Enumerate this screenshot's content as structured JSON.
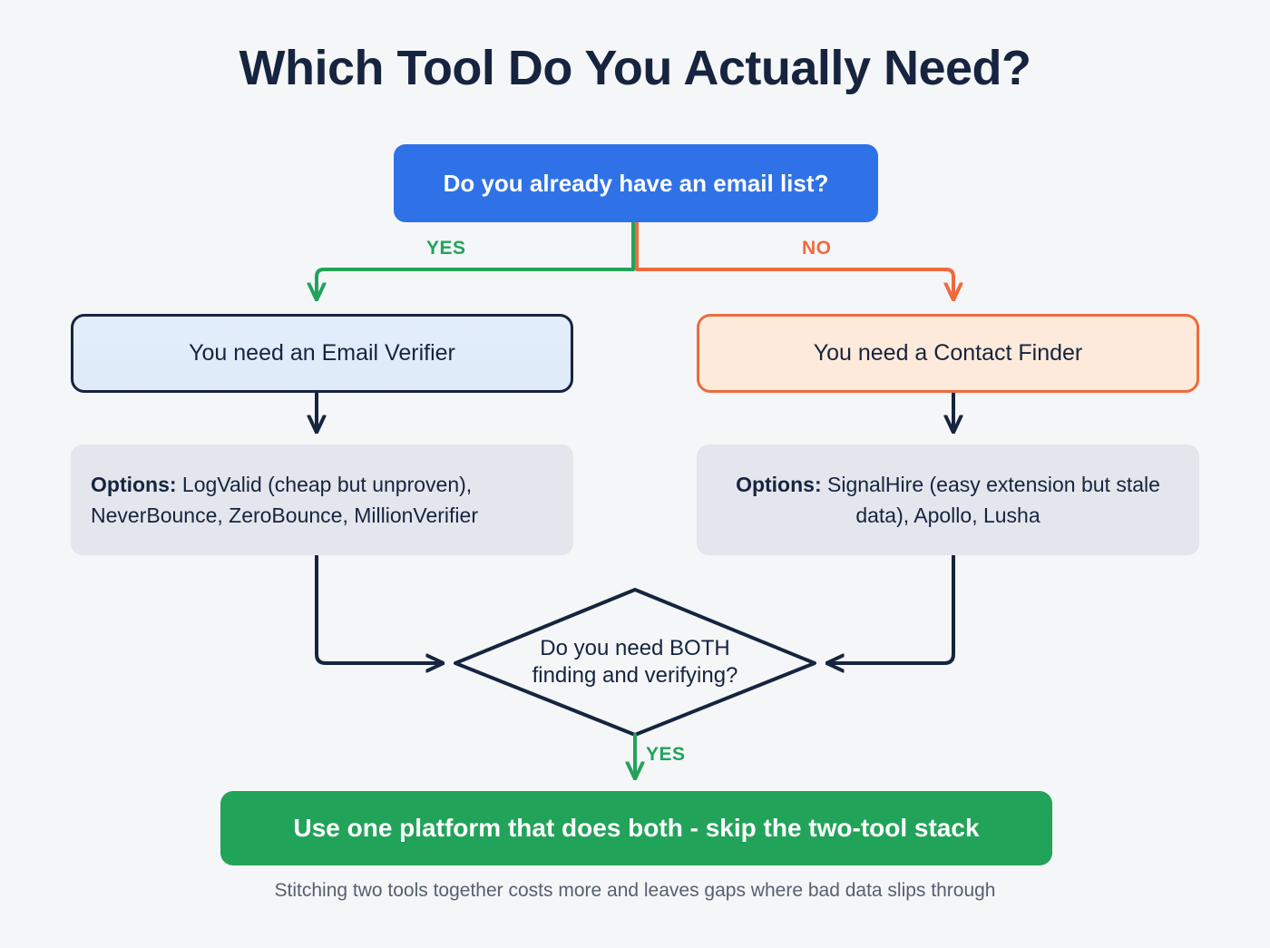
{
  "page": {
    "title": "Which Tool Do You Actually Need?",
    "caption": "Stitching two tools together costs more and leaves gaps where bad data slips through",
    "background_color": "#f4f6f8"
  },
  "colors": {
    "navy": "#16243f",
    "blue": "#2f72e8",
    "green": "#22a35a",
    "orange": "#ef6a3d",
    "gray_box": "#e3e6ec",
    "light_blue_box": "#e3edfb",
    "light_orange_box": "#fdeada"
  },
  "nodes": {
    "start": {
      "label": "Do you already have an email list?",
      "type": "decision-pill",
      "color": "#2f72e8"
    },
    "verifier": {
      "label": "You need an Email Verifier",
      "type": "outcome-box",
      "color": "#16243f"
    },
    "finder": {
      "label": "You need a Contact Finder",
      "type": "outcome-box",
      "color": "#ef6a3d"
    },
    "options_left": {
      "prefix": "Options:",
      "text": " LogValid (cheap but unproven), NeverBounce, ZeroBounce, MillionVerifier"
    },
    "options_right": {
      "prefix": "Options:",
      "text": " SignalHire (easy extension but stale data), Apollo, Lusha"
    },
    "diamond": {
      "line1": "Do you need BOTH",
      "line2": "finding and verifying?",
      "type": "decision-diamond"
    },
    "final": {
      "label": "Use one platform that does both - skip the two-tool stack",
      "type": "result-box",
      "color": "#22a35a"
    }
  },
  "edges": [
    {
      "name": "start-to-verifier",
      "label": "YES",
      "color": "#22a35a"
    },
    {
      "name": "start-to-finder",
      "label": "NO",
      "color": "#ef6a3d"
    },
    {
      "name": "verifier-to-options-left",
      "label": "",
      "color": "#16243f"
    },
    {
      "name": "finder-to-options-right",
      "label": "",
      "color": "#16243f"
    },
    {
      "name": "options-left-to-diamond",
      "label": "",
      "color": "#16243f"
    },
    {
      "name": "options-right-to-diamond",
      "label": "",
      "color": "#16243f"
    },
    {
      "name": "diamond-to-final",
      "label": "YES",
      "color": "#22a35a"
    }
  ],
  "labels": {
    "yes_left": "YES",
    "no_right": "NO",
    "yes_bottom": "YES"
  }
}
